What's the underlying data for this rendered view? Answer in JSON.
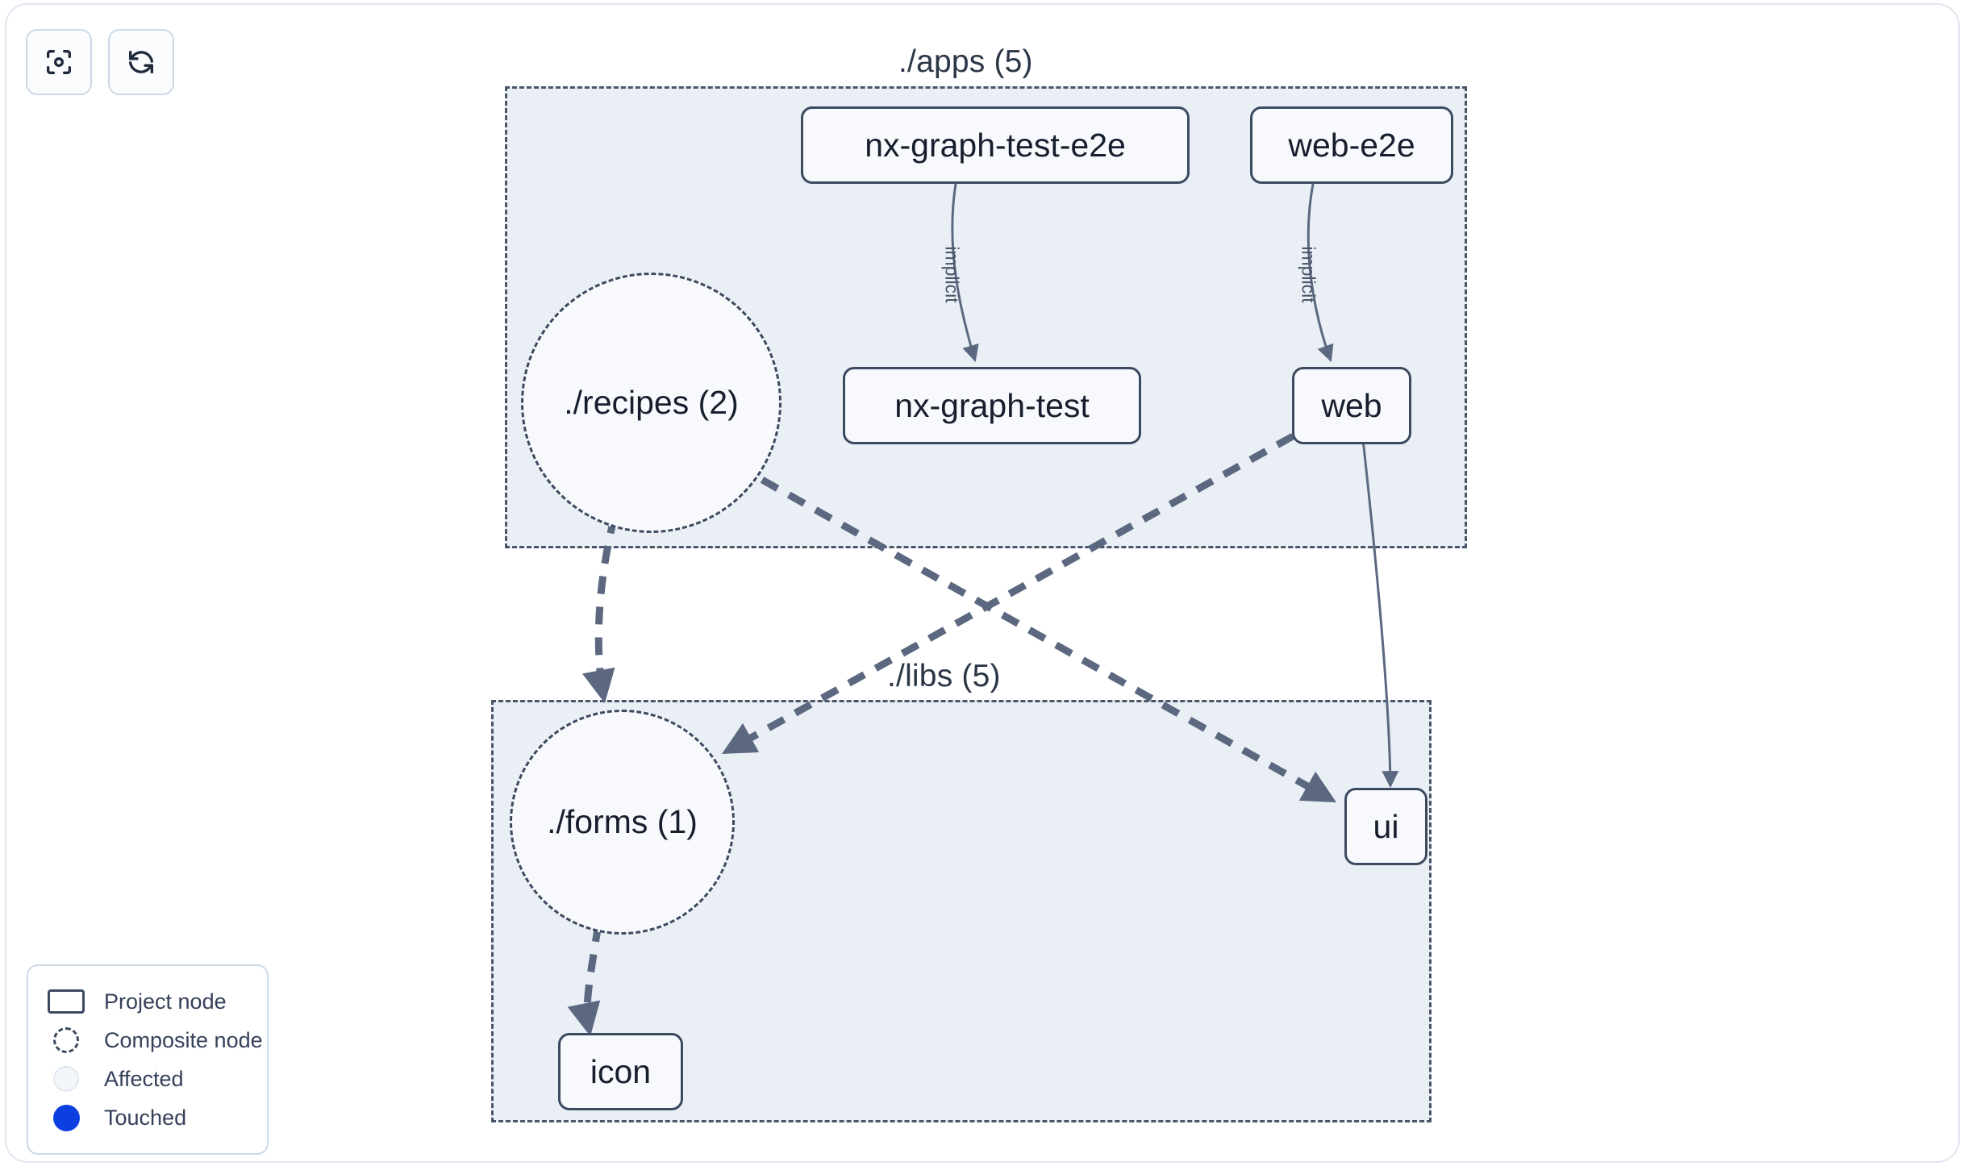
{
  "toolbar": {
    "buttons": [
      {
        "name": "focus-graph-button",
        "icon": "focus-target-icon",
        "label": ""
      },
      {
        "name": "refresh-graph-button",
        "icon": "refresh-icon",
        "label": ""
      }
    ]
  },
  "graph": {
    "groups": [
      {
        "id": "apps",
        "label": "./apps (5)"
      },
      {
        "id": "libs",
        "label": "./libs (5)"
      }
    ],
    "composite_nodes": [
      {
        "id": "recipes",
        "label": "./recipes (2)"
      },
      {
        "id": "forms",
        "label": "./forms (1)"
      }
    ],
    "project_nodes": [
      {
        "id": "nx-graph-test-e2e",
        "label": "nx-graph-test-e2e"
      },
      {
        "id": "web-e2e",
        "label": "web-e2e"
      },
      {
        "id": "nx-graph-test",
        "label": "nx-graph-test"
      },
      {
        "id": "web",
        "label": "web"
      },
      {
        "id": "ui",
        "label": "ui"
      },
      {
        "id": "icon",
        "label": "icon"
      }
    ],
    "edges": [
      {
        "from": "nx-graph-test-e2e",
        "to": "nx-graph-test",
        "label": "implicit",
        "style": "solid"
      },
      {
        "from": "web-e2e",
        "to": "web",
        "label": "implicit",
        "style": "solid"
      },
      {
        "from": "recipes",
        "to": "forms",
        "label": "",
        "style": "dashed"
      },
      {
        "from": "recipes",
        "to": "ui",
        "label": "",
        "style": "dashed"
      },
      {
        "from": "web",
        "to": "forms",
        "label": "",
        "style": "dashed"
      },
      {
        "from": "web",
        "to": "ui",
        "label": "",
        "style": "solid"
      },
      {
        "from": "forms",
        "to": "icon",
        "label": "",
        "style": "dashed"
      }
    ]
  },
  "legend": {
    "items": [
      {
        "swatch": "project-node-swatch",
        "label": "Project node"
      },
      {
        "swatch": "composite-node-swatch",
        "label": "Composite node"
      },
      {
        "swatch": "affected-swatch",
        "label": "Affected"
      },
      {
        "swatch": "touched-swatch",
        "label": "Touched"
      }
    ]
  },
  "colors": {
    "group_fill": "#eaeff6",
    "group_border": "#4a5569",
    "node_fill": "#f7f9fc",
    "node_border": "#3c4a60",
    "text": "#161e2e",
    "edge": "#5b6880",
    "touched": "#0b3fe0"
  }
}
